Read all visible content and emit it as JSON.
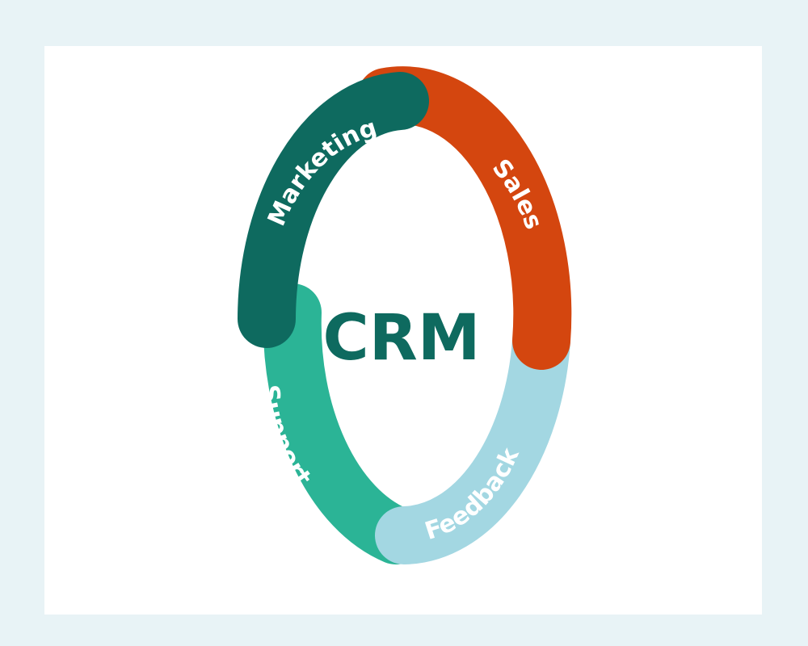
{
  "diagram": {
    "center_label": "CRM",
    "segments": [
      {
        "key": "marketing",
        "label": "Marketing",
        "color": "#0e6a5f"
      },
      {
        "key": "sales",
        "label": "Sales",
        "color": "#d4460f"
      },
      {
        "key": "feedback",
        "label": "Feedback",
        "color": "#a3d7e2"
      },
      {
        "key": "support",
        "label": "Support",
        "color": "#2bb496"
      }
    ]
  },
  "colors": {
    "page_background": "#e8f3f6",
    "card_background": "#ffffff",
    "center_text": "#0e6a5f"
  }
}
